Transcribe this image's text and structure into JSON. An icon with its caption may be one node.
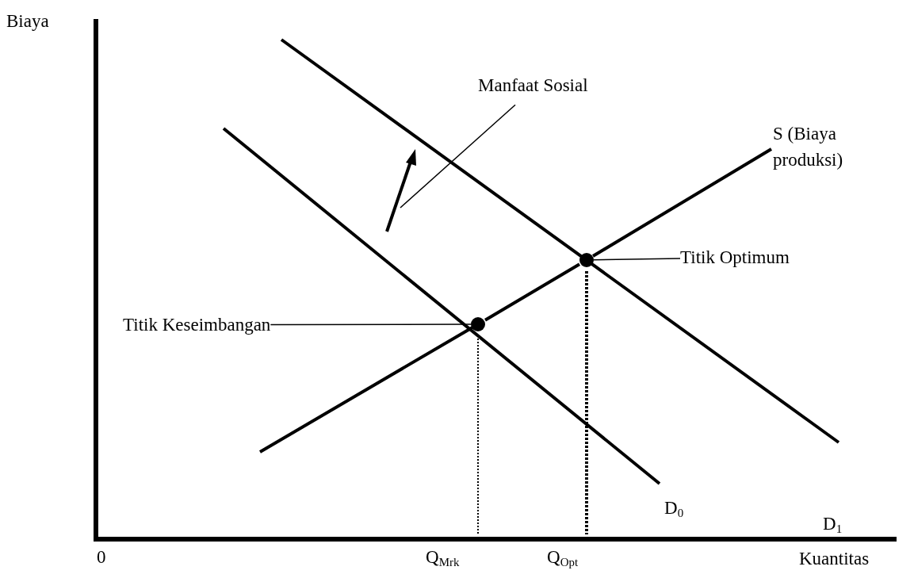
{
  "diagram": {
    "nodes": [
      {
        "text": [
          "Manfaat Sosial"
        ]
      },
      {
        "text": [
          "Titik Optimum"
        ]
      },
      {
        "text": [
          "Titik Keseimbangan"
        ]
      },
      {
        "text": [],
        "shape": "circle"
      },
      {
        "text": [],
        "shape": "circle"
      }
    ],
    "edges": [
      {
        "from": 0,
        "to": null,
        "arrow": "none"
      },
      {
        "from": 1,
        "to": 3,
        "arrow": "none"
      },
      {
        "from": 2,
        "to": 4,
        "arrow": "none"
      },
      {
        "from": 4,
        "to": 3,
        "arrow": "none",
        "style": "thick"
      }
    ],
    "labels": [
      "Biaya",
      "S (Biaya produksi)",
      "D$_{0}$",
      "D$_{1}$",
      "0",
      "Q$_{Mrk}$",
      "Q$_{Opt}$",
      "Kuantitas"
    ]
  }
}
